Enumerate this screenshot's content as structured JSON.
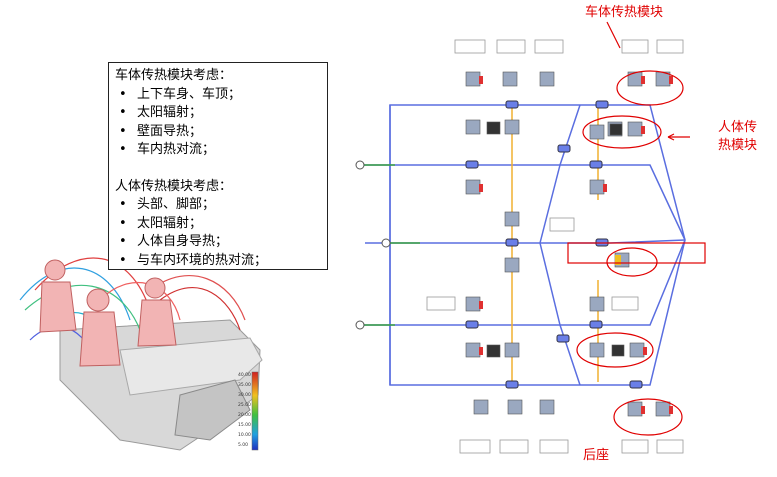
{
  "textbox": {
    "car_heading": "车体传热模块考虑：",
    "car_items": [
      "上下车身、车顶；",
      "太阳辐射；",
      "壁面导热；",
      "车内热对流；"
    ],
    "human_heading": "人体传热模块考虑：",
    "human_items": [
      "头部、脚部；",
      "太阳辐射；",
      "人体自身导热；",
      "与车内环境的热对流；"
    ]
  },
  "annotations": {
    "car_module": "车体传热模块",
    "human_module_line1": "人体传",
    "human_module_line2": "热模块",
    "rear_seat": "后座"
  },
  "colors": {
    "annotation_red": "#e00000",
    "flow_blue": "#5a6ee0",
    "flow_orange": "#f0b030",
    "flow_green": "#3aa040"
  }
}
